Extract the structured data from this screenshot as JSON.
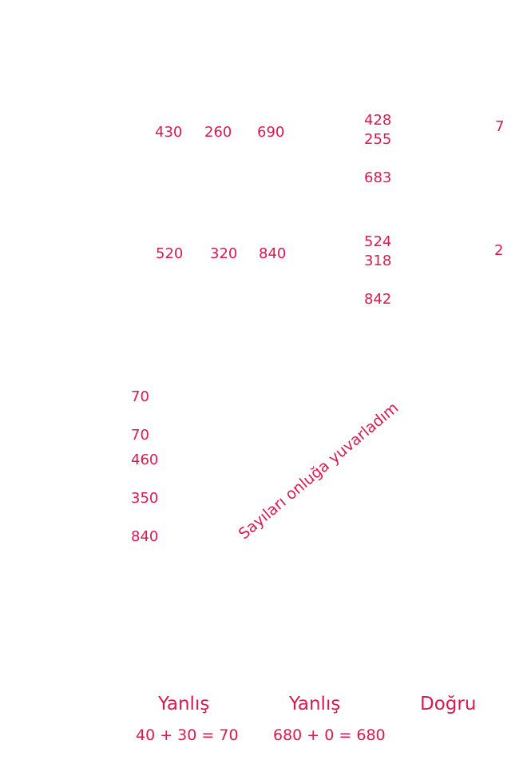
{
  "row1": {
    "rounded": [
      "430",
      "260",
      "690"
    ],
    "addend_a": "428",
    "addend_b": "255",
    "sum": "683",
    "side": "7"
  },
  "row2": {
    "rounded": [
      "520",
      "320",
      "840"
    ],
    "addend_a": "524",
    "addend_b": "318",
    "sum": "842",
    "side": "2"
  },
  "column_left": [
    "70",
    "70",
    "460",
    "350",
    "840"
  ],
  "rotated_note": "Sayıları onluğa yuvarladım",
  "verdicts": [
    "Yanlış",
    "Yanlış",
    "Doğru"
  ],
  "equations": [
    "40 + 30 = 70",
    "680 + 0 = 680"
  ]
}
